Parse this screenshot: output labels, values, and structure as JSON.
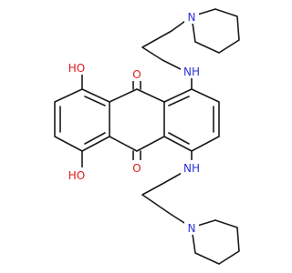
{
  "molecule": {
    "atoms": [
      {
        "id": "o_top",
        "element": "O",
        "label": "O",
        "color": "#e01b1b"
      },
      {
        "id": "o_bottom",
        "element": "O",
        "label": "O",
        "color": "#e01b1b"
      },
      {
        "id": "oh_top",
        "element": "O",
        "label": "HO",
        "color": "#e01b1b"
      },
      {
        "id": "oh_bottom",
        "element": "O",
        "label": "HO",
        "color": "#e01b1b"
      },
      {
        "id": "nh_top",
        "element": "N",
        "label": "NH",
        "color": "#2f2fd9"
      },
      {
        "id": "nh_bottom",
        "element": "N",
        "label": "NH",
        "color": "#2f2fd9"
      },
      {
        "id": "pip_top_n",
        "element": "N",
        "label": "N",
        "color": "#2f2fd9"
      },
      {
        "id": "pip_bottom_n",
        "element": "N",
        "label": "N",
        "color": "#2f2fd9"
      }
    ],
    "bond_color": "#1a1a1a",
    "background": "#ffffff"
  }
}
